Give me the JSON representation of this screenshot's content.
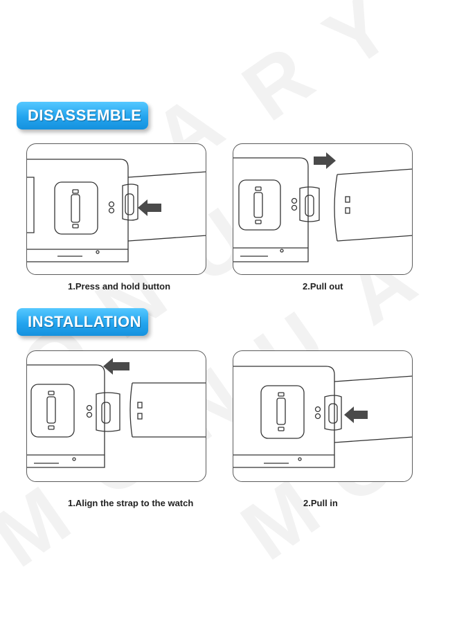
{
  "sections": {
    "disassemble": {
      "title": "DISASSEMBLE",
      "steps": [
        "1.Press and hold button",
        "2.Pull out"
      ]
    },
    "installation": {
      "title": "INSTALLATION",
      "steps": [
        "1.Align the strap to the watch",
        "2.Pull in"
      ]
    }
  },
  "watermark": "MONUARY",
  "colors": {
    "badge": "#23a4ee",
    "line": "#333333",
    "arrow": "#4a4a4a"
  },
  "icons": {
    "arrow": "arrow-icon"
  }
}
